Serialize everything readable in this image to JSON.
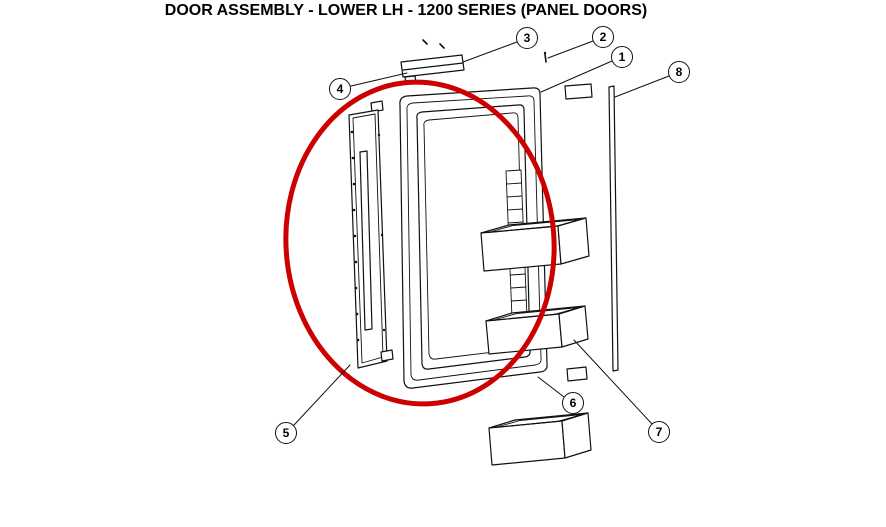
{
  "title": "DOOR ASSEMBLY - LOWER LH - 1200 SERIES (PANEL DOORS)",
  "callouts": [
    {
      "number": "1"
    },
    {
      "number": "2"
    },
    {
      "number": "3"
    },
    {
      "number": "4"
    },
    {
      "number": "5"
    },
    {
      "number": "6"
    },
    {
      "number": "7"
    },
    {
      "number": "8"
    }
  ],
  "colors": {
    "highlight": "#cc0000",
    "line": "#111111"
  }
}
